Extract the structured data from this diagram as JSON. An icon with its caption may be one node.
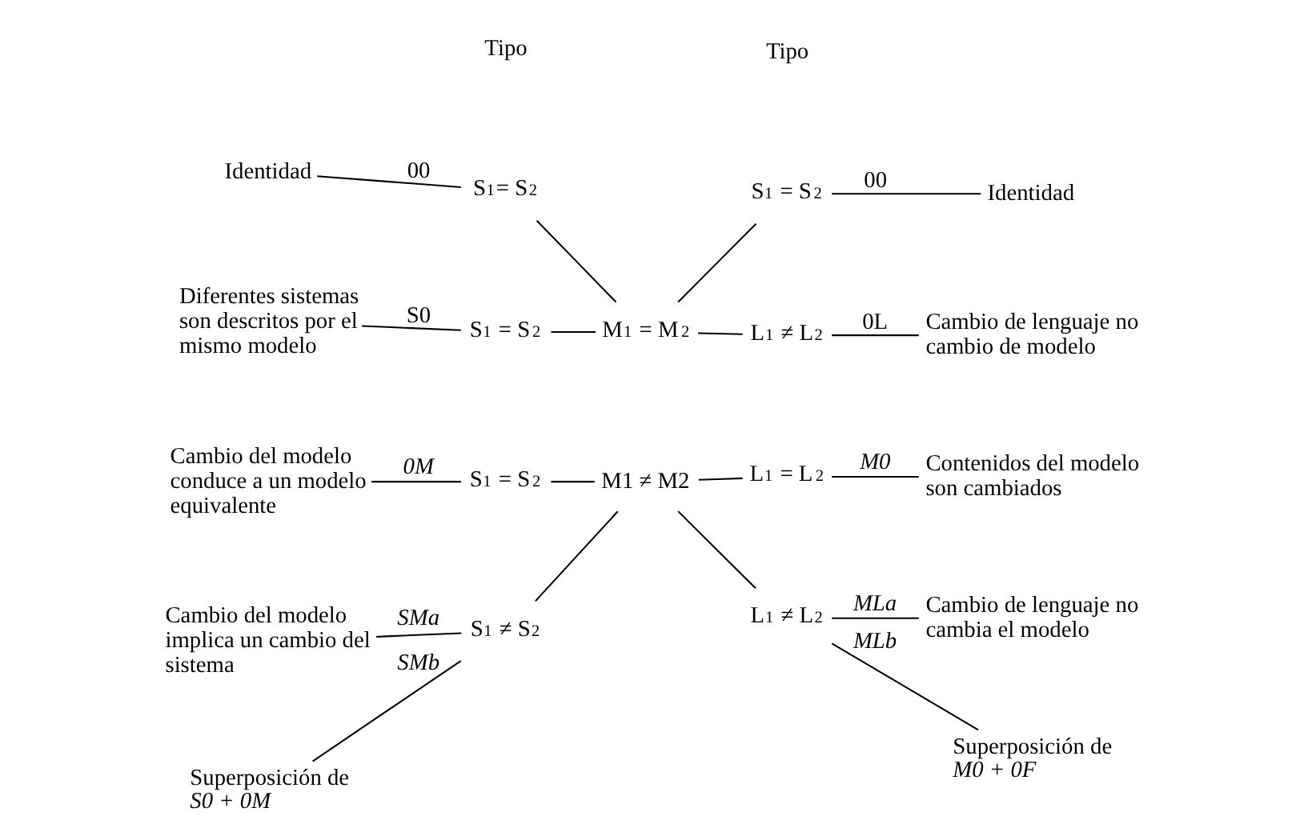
{
  "diagram": {
    "nodes": [
      {
        "text": [
          "Identidad"
        ]
      },
      {
        "text": [
          "S$_{1}$= S$_{2}$"
        ]
      },
      {
        "text": [
          "S$_{1}$ = S$_{2}$"
        ]
      },
      {
        "text": [
          "Identidad"
        ]
      },
      {
        "text": [
          "M$_{1}$ = M$_{2}$"
        ]
      },
      {
        "text": [
          "Diferentes sistemas son descritos por el mismo modelo"
        ]
      },
      {
        "text": [
          "S$_{1}$ = S$_{2}$"
        ]
      },
      {
        "text": [
          "L$_{1}$ ≠ L$_{2}$"
        ]
      },
      {
        "text": [
          "Cambio de lenguaje no cambio de modelo"
        ]
      },
      {
        "text": [
          "Cambio del modelo conduce a un modelo equivalente"
        ]
      },
      {
        "text": [
          "S$_{1}$ = S$_{2}$"
        ]
      },
      {
        "text": [
          "L$_{1}$ = L$_{2}$"
        ]
      },
      {
        "text": [
          "Contenidos del modelo son cambiados"
        ]
      },
      {
        "text": [
          "M1 ≠ M2"
        ]
      },
      {
        "text": [
          "Cambio del modelo implica un cambio del sistema"
        ]
      },
      {
        "text": [
          "Cambio de lenguaje no cambia el modelo"
        ]
      },
      {
        "text": [
          "S$_{1}$ ≠ S$_{2}$"
        ]
      },
      {
        "text": [
          "L$_{1}$ ≠ L$_{2}$"
        ]
      },
      {
        "text": [
          "Superposición de *S0 + 0M*"
        ]
      },
      {
        "text": [
          "Superposición de *M0 + 0F*"
        ]
      }
    ],
    "edges": [
      {
        "from": 0,
        "to": 1,
        "arrow": "none",
        "label": "00"
      },
      {
        "from": 1,
        "to": 4,
        "arrow": "none"
      },
      {
        "from": 4,
        "to": 2,
        "arrow": "none"
      },
      {
        "from": 2,
        "to": 3,
        "arrow": "none",
        "label": "00"
      },
      {
        "from": 5,
        "to": 6,
        "arrow": "none",
        "label": "S0"
      },
      {
        "from": 6,
        "to": 4,
        "arrow": "none"
      },
      {
        "from": 4,
        "to": 7,
        "arrow": "none"
      },
      {
        "from": 7,
        "to": 8,
        "arrow": "none",
        "label": "0L"
      },
      {
        "from": 9,
        "to": 10,
        "arrow": "none",
        "label": "*0M*"
      },
      {
        "from": 10,
        "to": 13,
        "arrow": "none"
      },
      {
        "from": 13,
        "to": 11,
        "arrow": "none"
      },
      {
        "from": 11,
        "to": 12,
        "arrow": "none",
        "label": "*M0*"
      },
      {
        "from": 14,
        "to": 16,
        "arrow": "none",
        "label": "*SMa*"
      },
      {
        "from": 16,
        "to": 13,
        "arrow": "none"
      },
      {
        "from": 13,
        "to": 17,
        "arrow": "none"
      },
      {
        "from": 17,
        "to": 15,
        "arrow": "none",
        "label": "*MLa*"
      },
      {
        "from": 18,
        "to": 16,
        "arrow": "none",
        "label": "*SMb*"
      },
      {
        "from": 17,
        "to": 19,
        "arrow": "none",
        "label": "*MLb*"
      }
    ],
    "labels": [
      "Tipo",
      "Tipo"
    ]
  }
}
